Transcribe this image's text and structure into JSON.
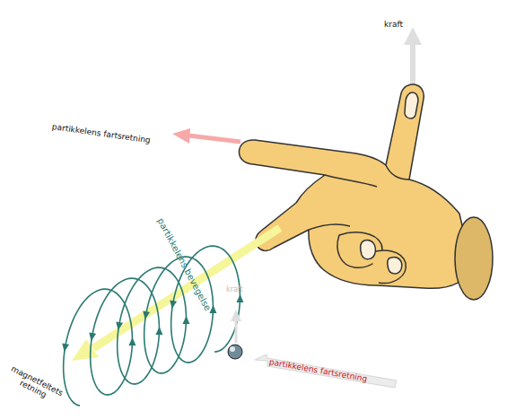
{
  "diagram": {
    "labels": [
      "kraft",
      "partikkelens fartsretning",
      "partikkelens bevegelse",
      "kraft",
      "partikkelens fartsretning",
      "magnetfeltets retning"
    ]
  }
}
